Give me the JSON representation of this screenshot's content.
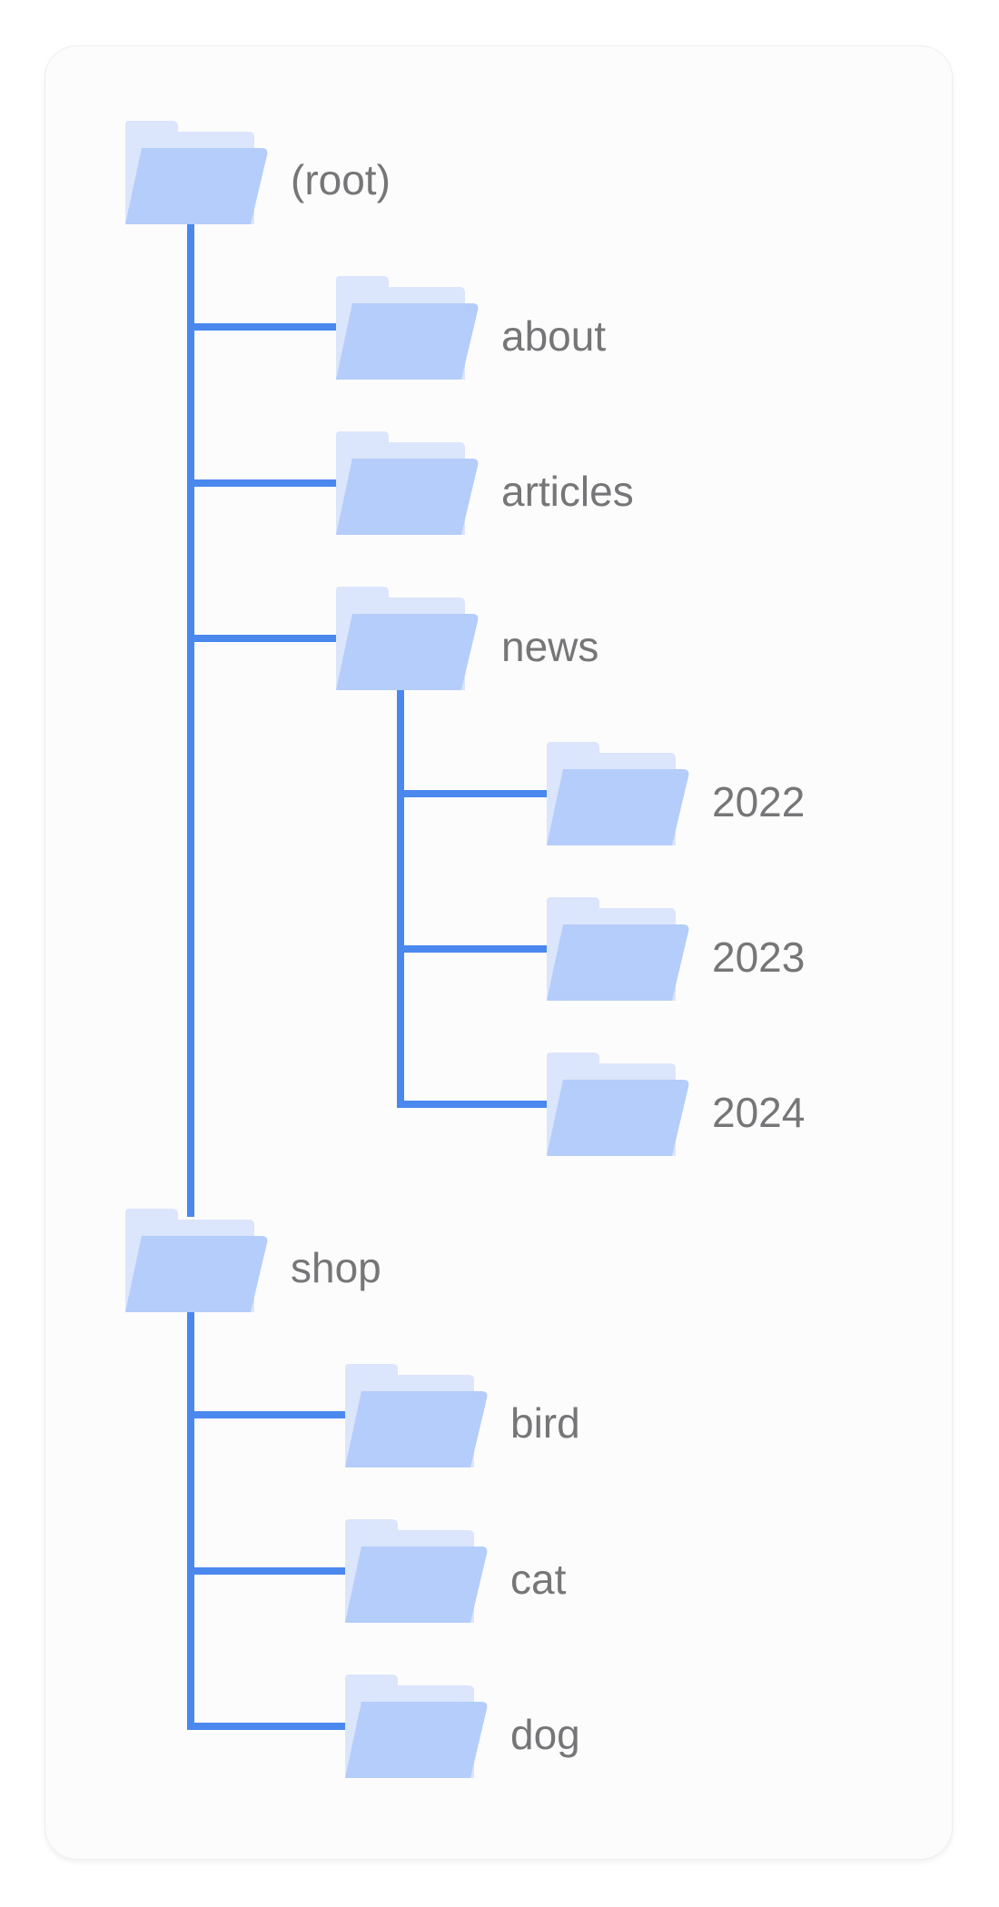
{
  "tree": {
    "root_label": "(root)",
    "root_children": [
      "about",
      "articles",
      "news"
    ],
    "news_children": [
      "2022",
      "2023",
      "2024"
    ],
    "shop_label": "shop",
    "shop_children": [
      "bird",
      "cat",
      "dog"
    ]
  },
  "colors": {
    "connector": "#4a88ee",
    "folder_back": "#dbe5fb",
    "folder_front": "#b4cdfa",
    "label_text": "#767577",
    "card_background": "#fdfcfd"
  },
  "icons": {
    "folder": "folder-icon"
  }
}
